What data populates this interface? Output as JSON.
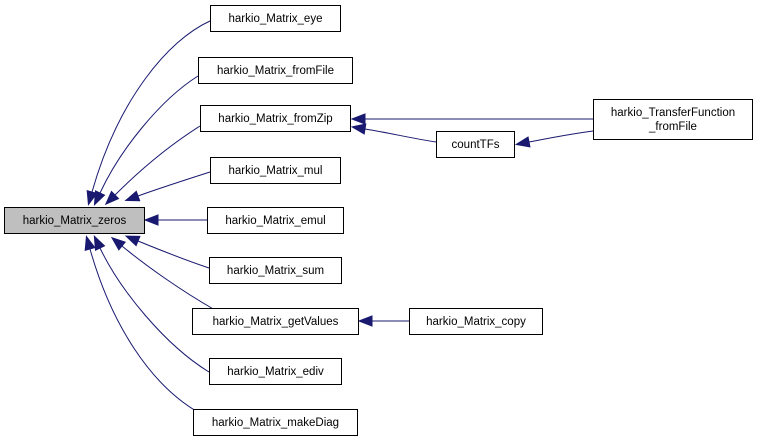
{
  "colors": {
    "edge": "#191970",
    "node_border": "#000000",
    "root_fill": "#bfbfbf",
    "node_fill": "#ffffff"
  },
  "root": {
    "label": "harkio_Matrix_zeros"
  },
  "callers": [
    {
      "id": "eye",
      "label": "harkio_Matrix_eye"
    },
    {
      "id": "fromfile",
      "label": "harkio_Matrix_fromFile"
    },
    {
      "id": "fromzip",
      "label": "harkio_Matrix_fromZip"
    },
    {
      "id": "mul",
      "label": "harkio_Matrix_mul"
    },
    {
      "id": "emul",
      "label": "harkio_Matrix_emul"
    },
    {
      "id": "sum",
      "label": "harkio_Matrix_sum"
    },
    {
      "id": "getvalues",
      "label": "harkio_Matrix_getValues"
    },
    {
      "id": "ediv",
      "label": "harkio_Matrix_ediv"
    },
    {
      "id": "makediag",
      "label": "harkio_Matrix_makeDiag"
    }
  ],
  "second_level": [
    {
      "id": "counttfs",
      "label": "countTFs"
    },
    {
      "id": "copy",
      "label": "harkio_Matrix_copy"
    }
  ],
  "third_level": [
    {
      "id": "transferfunction",
      "label_line1": "harkio_TransferFunction",
      "label_line2": "_fromFile"
    }
  ],
  "edges": [
    {
      "from": "eye",
      "to": "root"
    },
    {
      "from": "fromfile",
      "to": "root"
    },
    {
      "from": "fromzip",
      "to": "root"
    },
    {
      "from": "mul",
      "to": "root"
    },
    {
      "from": "emul",
      "to": "root"
    },
    {
      "from": "sum",
      "to": "root"
    },
    {
      "from": "getvalues",
      "to": "root"
    },
    {
      "from": "ediv",
      "to": "root"
    },
    {
      "from": "makediag",
      "to": "root"
    },
    {
      "from": "counttfs",
      "to": "fromzip"
    },
    {
      "from": "transferfunction",
      "to": "fromzip"
    },
    {
      "from": "transferfunction",
      "to": "counttfs"
    },
    {
      "from": "copy",
      "to": "getvalues"
    }
  ]
}
